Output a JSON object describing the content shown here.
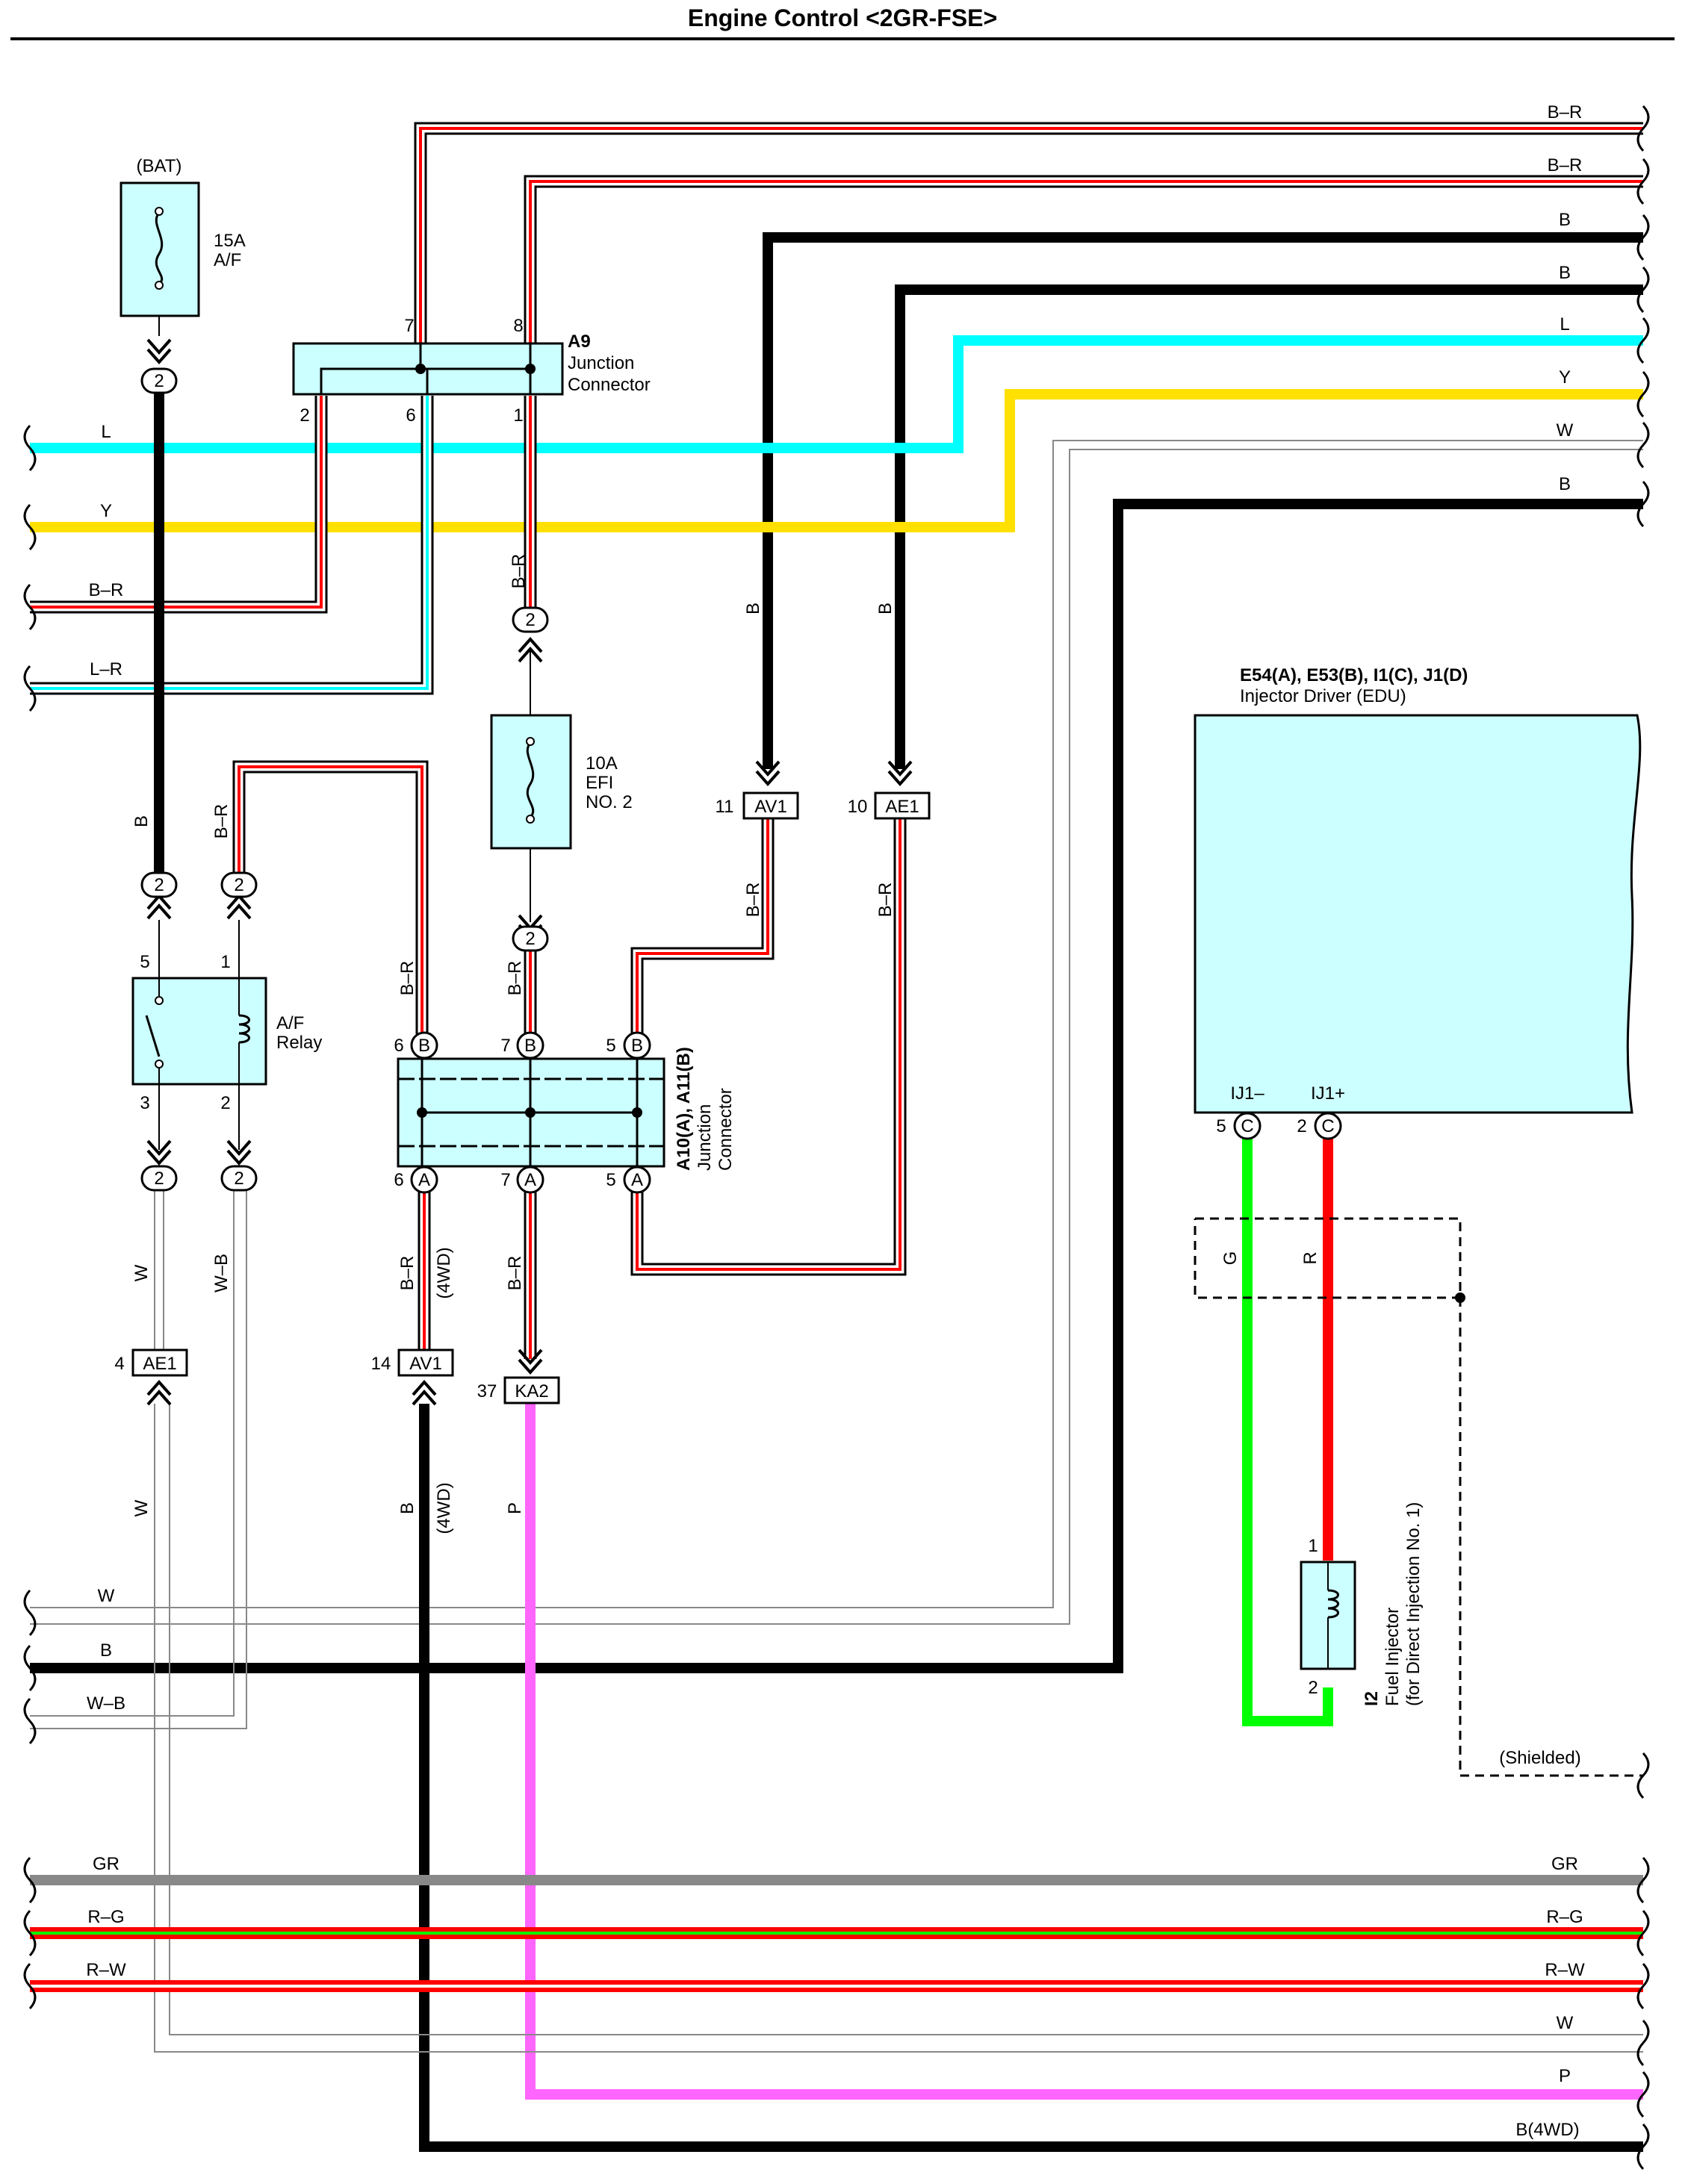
{
  "title": "Engine Control <2GR-FSE>",
  "components": {
    "bat_label": "(BAT)",
    "fuse_af": {
      "amp": "15A",
      "name": "A/F"
    },
    "fuse_efi": {
      "amp": "10A",
      "name1": "EFI",
      "name2": "NO. 2"
    },
    "relay_af": {
      "name1": "A/F",
      "name2": "Relay"
    },
    "a9": {
      "code": "A9",
      "name1": "Junction",
      "name2": "Connector"
    },
    "a10": {
      "code": "A10(A), A11(B)",
      "name1": "Junction",
      "name2": "Connector"
    },
    "edu": {
      "code": "E54(A), E53(B), I1(C), J1(D)",
      "name": "Injector Driver (EDU)",
      "pin_minus": "IJ1–",
      "pin_plus": "IJ1+"
    },
    "injector": {
      "code": "I2",
      "name1": "Fuel Injector",
      "name2": "(for Direct Injection No. 1)"
    },
    "shielded": "(Shielded)"
  },
  "connectors": {
    "av1": "AV1",
    "ae1": "AE1",
    "ka2": "KA2",
    "sp_b": "B",
    "sp_a": "A",
    "sp_c": "C"
  },
  "pins": {
    "one": "1",
    "two": "2",
    "three": "3",
    "four": "4",
    "five": "5",
    "six": "6",
    "seven": "7",
    "eight": "8",
    "ten": "10",
    "eleven": "11",
    "fourteen": "14",
    "thirtyseven": "37"
  },
  "wire_labels": {
    "br": "B–R",
    "b": "B",
    "l": "L",
    "y": "Y",
    "w": "W",
    "lr": "L–R",
    "wb": "W–B",
    "gr": "GR",
    "rg": "R–G",
    "rw": "R–W",
    "p": "P",
    "g": "G",
    "r": "R",
    "b4wd": "B(4WD)",
    "fourwd": "(4WD)"
  },
  "colors": {
    "black": "#000000",
    "red": "#ff0000",
    "blue": "#00ffff",
    "yellow": "#ffe000",
    "green": "#00ff00",
    "pink": "#ff66ff",
    "gray": "#888888",
    "box": "#ccffff"
  }
}
